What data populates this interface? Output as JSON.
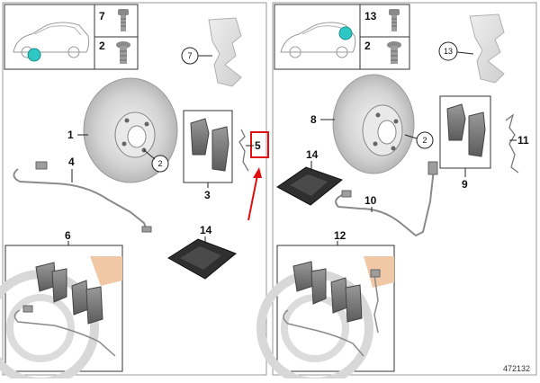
{
  "diagram_id": "472132",
  "left_panel": {
    "header_parts": [
      {
        "number": "7"
      },
      {
        "number": "2"
      }
    ],
    "callouts": {
      "disc": "1",
      "disc_bolt": "2",
      "guide": "7",
      "pads": "3",
      "sensor": "4",
      "spring": "5",
      "kit": "6",
      "paste": "14"
    }
  },
  "right_panel": {
    "header_parts": [
      {
        "number": "13"
      },
      {
        "number": "2"
      }
    ],
    "callouts": {
      "disc": "8",
      "disc_bolt": "2",
      "guide": "13",
      "pads": "9",
      "spring": "11",
      "sensor": "10",
      "kit": "12",
      "paste": "14"
    }
  },
  "highlight": {
    "target_label": "5",
    "color": "#e01010"
  }
}
